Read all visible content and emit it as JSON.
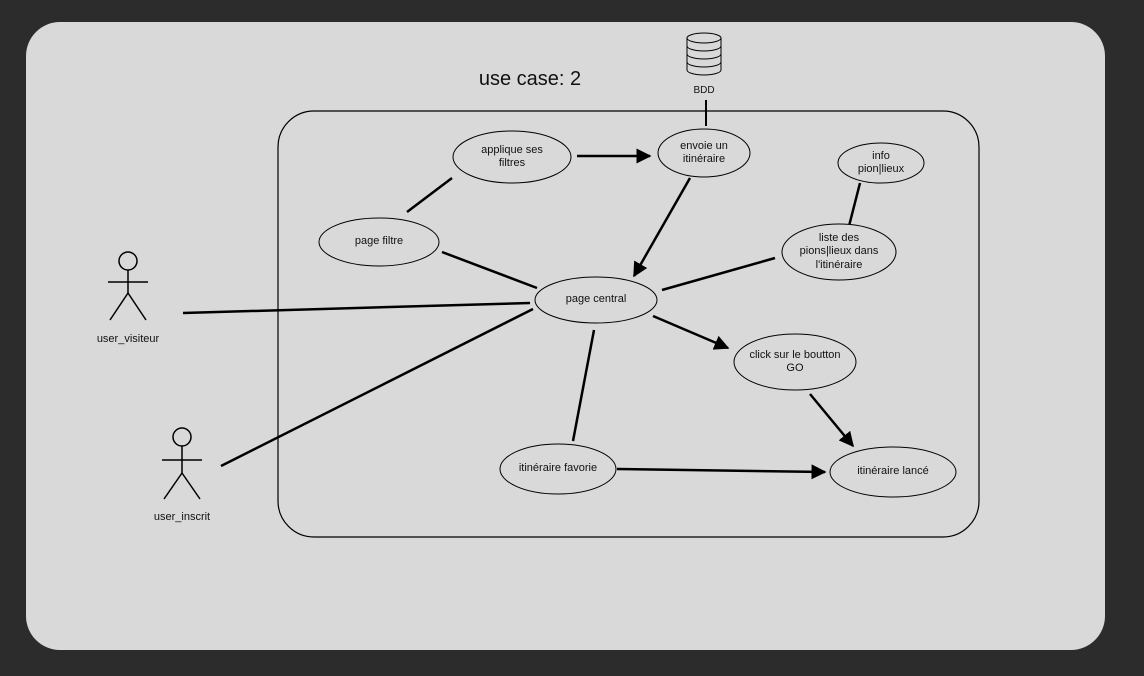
{
  "title": "use case: 2",
  "database": {
    "icon": "database-icon",
    "label": "BDD"
  },
  "actors": {
    "visitor": "user_visiteur",
    "member": "user_inscrit"
  },
  "use_cases": {
    "applique_filtres": "applique ses\nfiltres",
    "envoie_itineraire": "envoie un\nitinéraire",
    "info_pion": "info\npion|lieux",
    "page_filtre": "page filtre",
    "liste_pions": "liste des\npions|lieux dans\nl'itinéraire",
    "page_central": "page central",
    "click_go": "click sur le boutton\nGO",
    "itineraire_favorie": "itinéraire favorie",
    "itineraire_lance": "itinéraire lancé"
  },
  "colors": {
    "page_background": "#2c2c2c",
    "board": "#d9d9d9",
    "stroke": "#000000"
  }
}
